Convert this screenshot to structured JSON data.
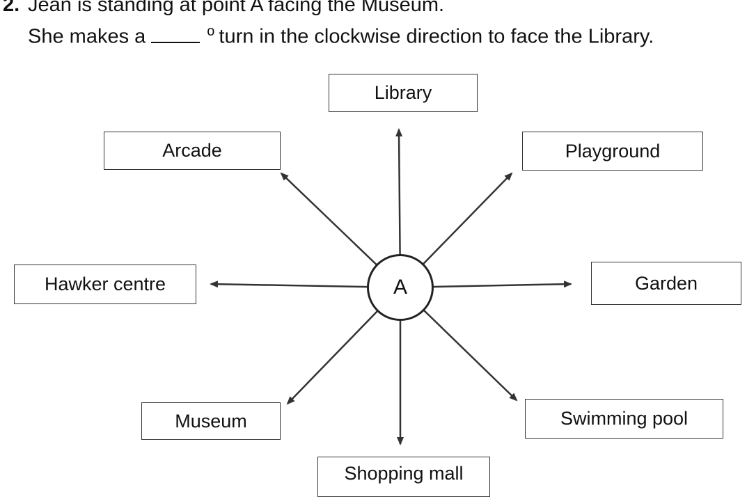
{
  "question": {
    "number": "2.",
    "line1": "Jean is standing at point A facing the Museum.",
    "line2_before": "She makes a",
    "degree_symbol": "o",
    "line2_after": "turn in the clockwise direction to face the Library."
  },
  "center_label": "A",
  "places": {
    "library": "Library",
    "arcade": "Arcade",
    "playground": "Playground",
    "hawker_centre": "Hawker centre",
    "garden": "Garden",
    "museum": "Museum",
    "swimming_pool": "Swimming pool",
    "shopping_mall": "Shopping mall"
  },
  "colors": {
    "line": "#333333",
    "text": "#111111"
  }
}
